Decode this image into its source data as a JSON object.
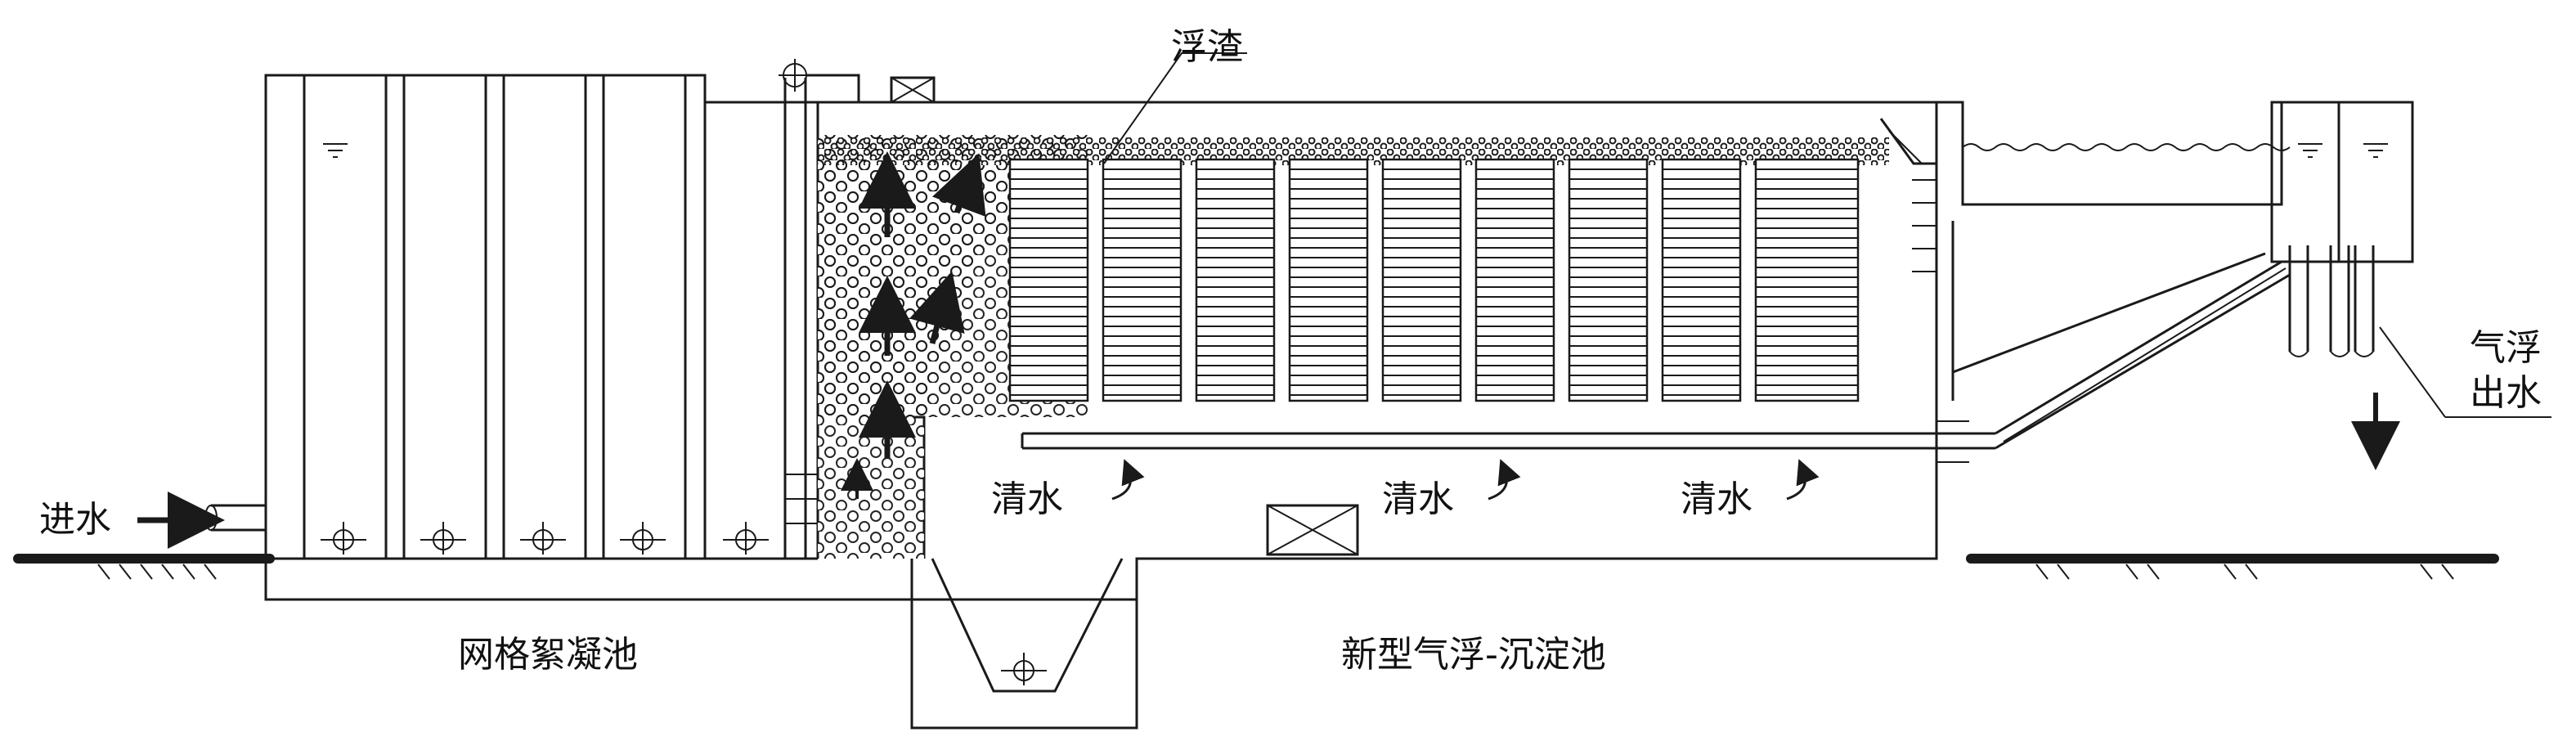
{
  "labels": {
    "inlet": "进水",
    "scum": "浮渣",
    "clear_water": [
      "清水",
      "清水",
      "清水"
    ],
    "outlet": [
      "气浮",
      "出水"
    ],
    "flocculation_tank": "网格絮凝池",
    "flotation_sedimentation_tank": "新型气浮-沉淀池"
  }
}
